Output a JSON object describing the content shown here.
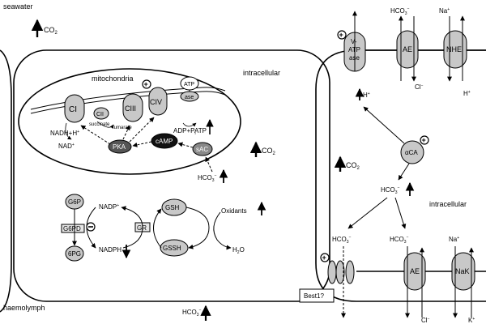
{
  "labels": {
    "seawater": "seawater",
    "haemolymph": "haemolymph",
    "intracellular_top": "intracellular",
    "intracellular_left": "intracellular",
    "intracellular_right": "intracellular",
    "mitochondria": "mitochondria",
    "co2_1": "CO",
    "co2_2": "CO",
    "co2_3": "CO",
    "co2_4": "CO",
    "co2_sub": "2",
    "hco3": "HCO",
    "hco3_sub": "3",
    "hco3_sup": "−",
    "best1": "Best1?",
    "oxidants": "Oxidants",
    "h2o": "H",
    "h2o_sub": "2",
    "h2o_end": "O",
    "nadph": "NADPH",
    "nadp": "NADP",
    "nadp_sup": "+",
    "nadh": "NADH+H",
    "nadh_sup": "+",
    "nad": "NAD",
    "nad_sup": "+",
    "succinate": "succinate",
    "fumarate": "fumarate",
    "adp": "ADP+P",
    "adp_sub": "i",
    "atp": "ATP",
    "h_plus": "H",
    "h_plus_sup": "+",
    "na_plus": "Na",
    "na_plus_sup": "+",
    "k_plus": "K",
    "k_plus_sup": "+",
    "cl_minus": "Cl",
    "cl_minus_sup": "−"
  },
  "nodes": {
    "ci": "CI",
    "cii": "CII",
    "ciii": "CIII",
    "civ": "CIV",
    "atpase_1": "ATP",
    "atpase_2": "ase",
    "pka": "PKA",
    "camp": "cAMP",
    "sac": "sAC",
    "g6p": "G6P",
    "g6pd": "G6PD",
    "pg6": "6PG",
    "gr": "GR",
    "gsh": "GSH",
    "gssh": "GSSH",
    "vatp_1": "V-",
    "vatp_2": "ATP",
    "vatp_3": "ase",
    "ae_top": "AE",
    "nhe": "NHE",
    "aca": "αCA",
    "ae_bottom": "AE",
    "nak": "NaK"
  },
  "colors": {
    "node_fill": "#c8c8c8",
    "dark_fill": "#555555",
    "black_fill": "#111111",
    "stroke": "#000000"
  }
}
